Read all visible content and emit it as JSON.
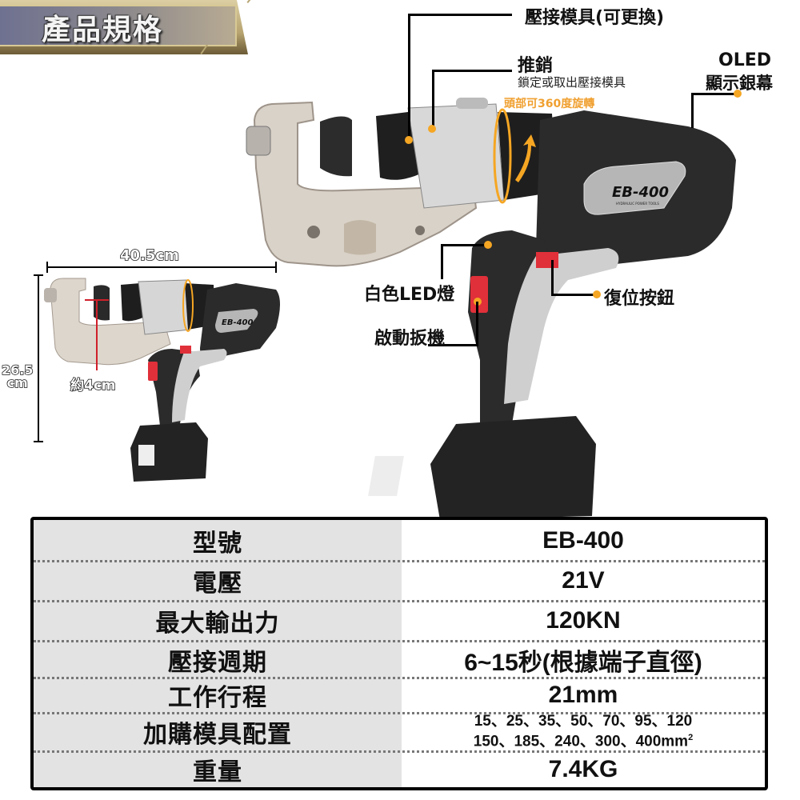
{
  "banner": {
    "title": "產品規格"
  },
  "callouts": {
    "crimp_die": "壓接模具(可更換)",
    "push_pin_title": "推銷",
    "push_pin_desc": "鎖定或取出壓接模具",
    "head_rotate": "頭部可360度旋轉",
    "oled_line1": "OLED",
    "oled_line2": "顯示銀幕",
    "led_light": "白色LED燈",
    "reset_button": "復位按鈕",
    "trigger": "啟動扳機"
  },
  "product_badge": {
    "model": "EB-400",
    "subtitle": "HYDRAULIC POWER TOOLS"
  },
  "dimensions": {
    "length": "40.5cm",
    "height_value": "26.5",
    "height_unit": "cm",
    "opening": "約4cm"
  },
  "colors": {
    "accent_orange": "#f5a623",
    "trigger_red": "#e0303a",
    "body_black": "#2a2a2a"
  },
  "specs": {
    "rows": [
      {
        "key": "型號",
        "value": "EB-400"
      },
      {
        "key": "電壓",
        "value": "21V"
      },
      {
        "key": "最大輸出力",
        "value": "120KN"
      },
      {
        "key": "壓接週期",
        "value": "6~15秒(根據端子直徑)"
      },
      {
        "key": "工作行程",
        "value": "21mm"
      },
      {
        "key": "加購模具配置",
        "value_line1": "15、25、35、50、70、95、120",
        "value_line2": "150、185、240、300、400mm",
        "value_sup": "2"
      },
      {
        "key": "重量",
        "value": "7.4KG"
      }
    ]
  }
}
